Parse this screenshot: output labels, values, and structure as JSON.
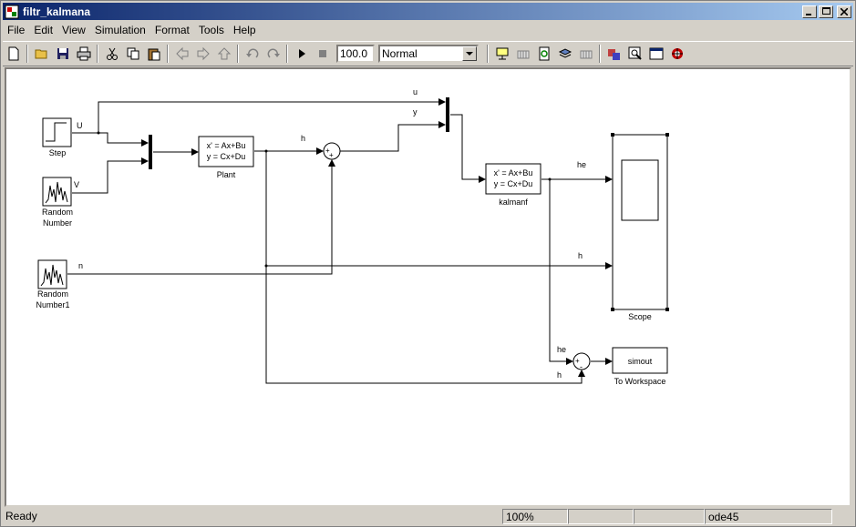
{
  "window": {
    "title": "filtr_kalmana"
  },
  "menubar": {
    "items": [
      {
        "label": "File"
      },
      {
        "label": "Edit"
      },
      {
        "label": "View"
      },
      {
        "label": "Simulation"
      },
      {
        "label": "Format"
      },
      {
        "label": "Tools"
      },
      {
        "label": "Help"
      }
    ]
  },
  "toolbar": {
    "stop_time": "100.0",
    "sim_mode": "Normal"
  },
  "diagram": {
    "blocks": {
      "step": "Step",
      "random1_line1": "Random",
      "random1_line2": "Number",
      "random2_line1": "Random",
      "random2_line2": "Number1",
      "plant": "Plant",
      "plant_eq1": "x' = Ax+Bu",
      "plant_eq2": "y = Cx+Du",
      "kalman": "kalmanf",
      "kalman_eq1": "x' = Ax+Bu",
      "kalman_eq2": "y = Cx+Du",
      "scope": "Scope",
      "simout": "simout",
      "to_workspace": "To Workspace"
    },
    "signals": {
      "U": "U",
      "V": "V",
      "n": "n",
      "h1": "h",
      "u": "u",
      "y": "y",
      "he1": "he",
      "h2": "h",
      "he2": "he",
      "h3": "h"
    },
    "sum_signs": {
      "sum1_a": "+",
      "sum1_b": "+",
      "sum2_a": "+",
      "sum2_b": "-"
    }
  },
  "statusbar": {
    "status": "Ready",
    "zoom": "100%",
    "blank1": "",
    "blank2": "",
    "solver": "ode45"
  }
}
